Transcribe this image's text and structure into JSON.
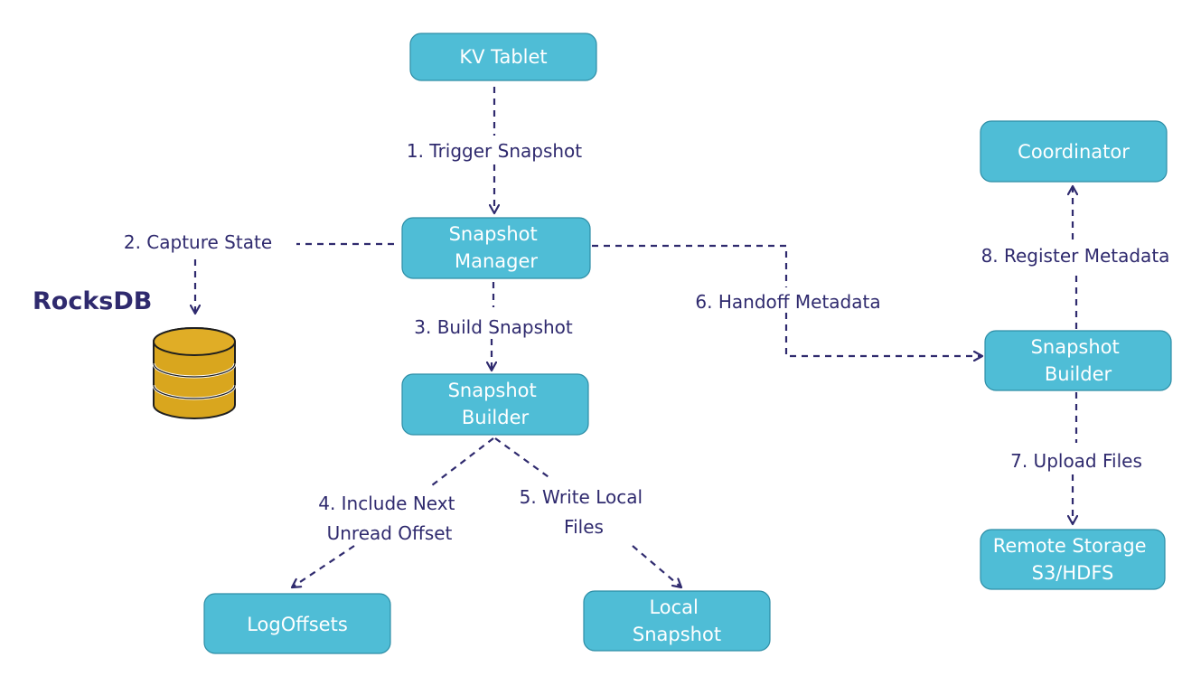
{
  "nodes": {
    "kv_tablet": [
      "KV Tablet"
    ],
    "snapshot_manager": [
      "Snapshot",
      "Manager"
    ],
    "snapshot_builder_center": [
      "Snapshot",
      "Builder"
    ],
    "coordinator": [
      "Coordinator"
    ],
    "snapshot_builder_right": [
      "Snapshot",
      "Builder"
    ],
    "remote_storage": [
      "Remote Storage",
      "S3/HDFS"
    ],
    "log_offsets": [
      "LogOffsets"
    ],
    "local_snapshot": [
      "Local",
      "Snapshot"
    ]
  },
  "edges": {
    "trigger": [
      "1. Trigger Snapshot"
    ],
    "capture": [
      "2. Capture State"
    ],
    "build": [
      "3. Build Snapshot"
    ],
    "include": [
      "4. Include Next",
      "Unread Offset"
    ],
    "write": [
      "5. Write Local",
      "Files"
    ],
    "handoff": [
      "6. Handoff Metadata"
    ],
    "upload": [
      "7. Upload Files"
    ],
    "register": [
      "8. Register Metadata"
    ]
  },
  "database": {
    "label": "RocksDB",
    "icon": "database-icon"
  },
  "colors": {
    "node_fill": "#4fbdd6",
    "node_text": "#ffffff",
    "edge": "#2f2a6e",
    "database_fill": "#d9a61e"
  }
}
